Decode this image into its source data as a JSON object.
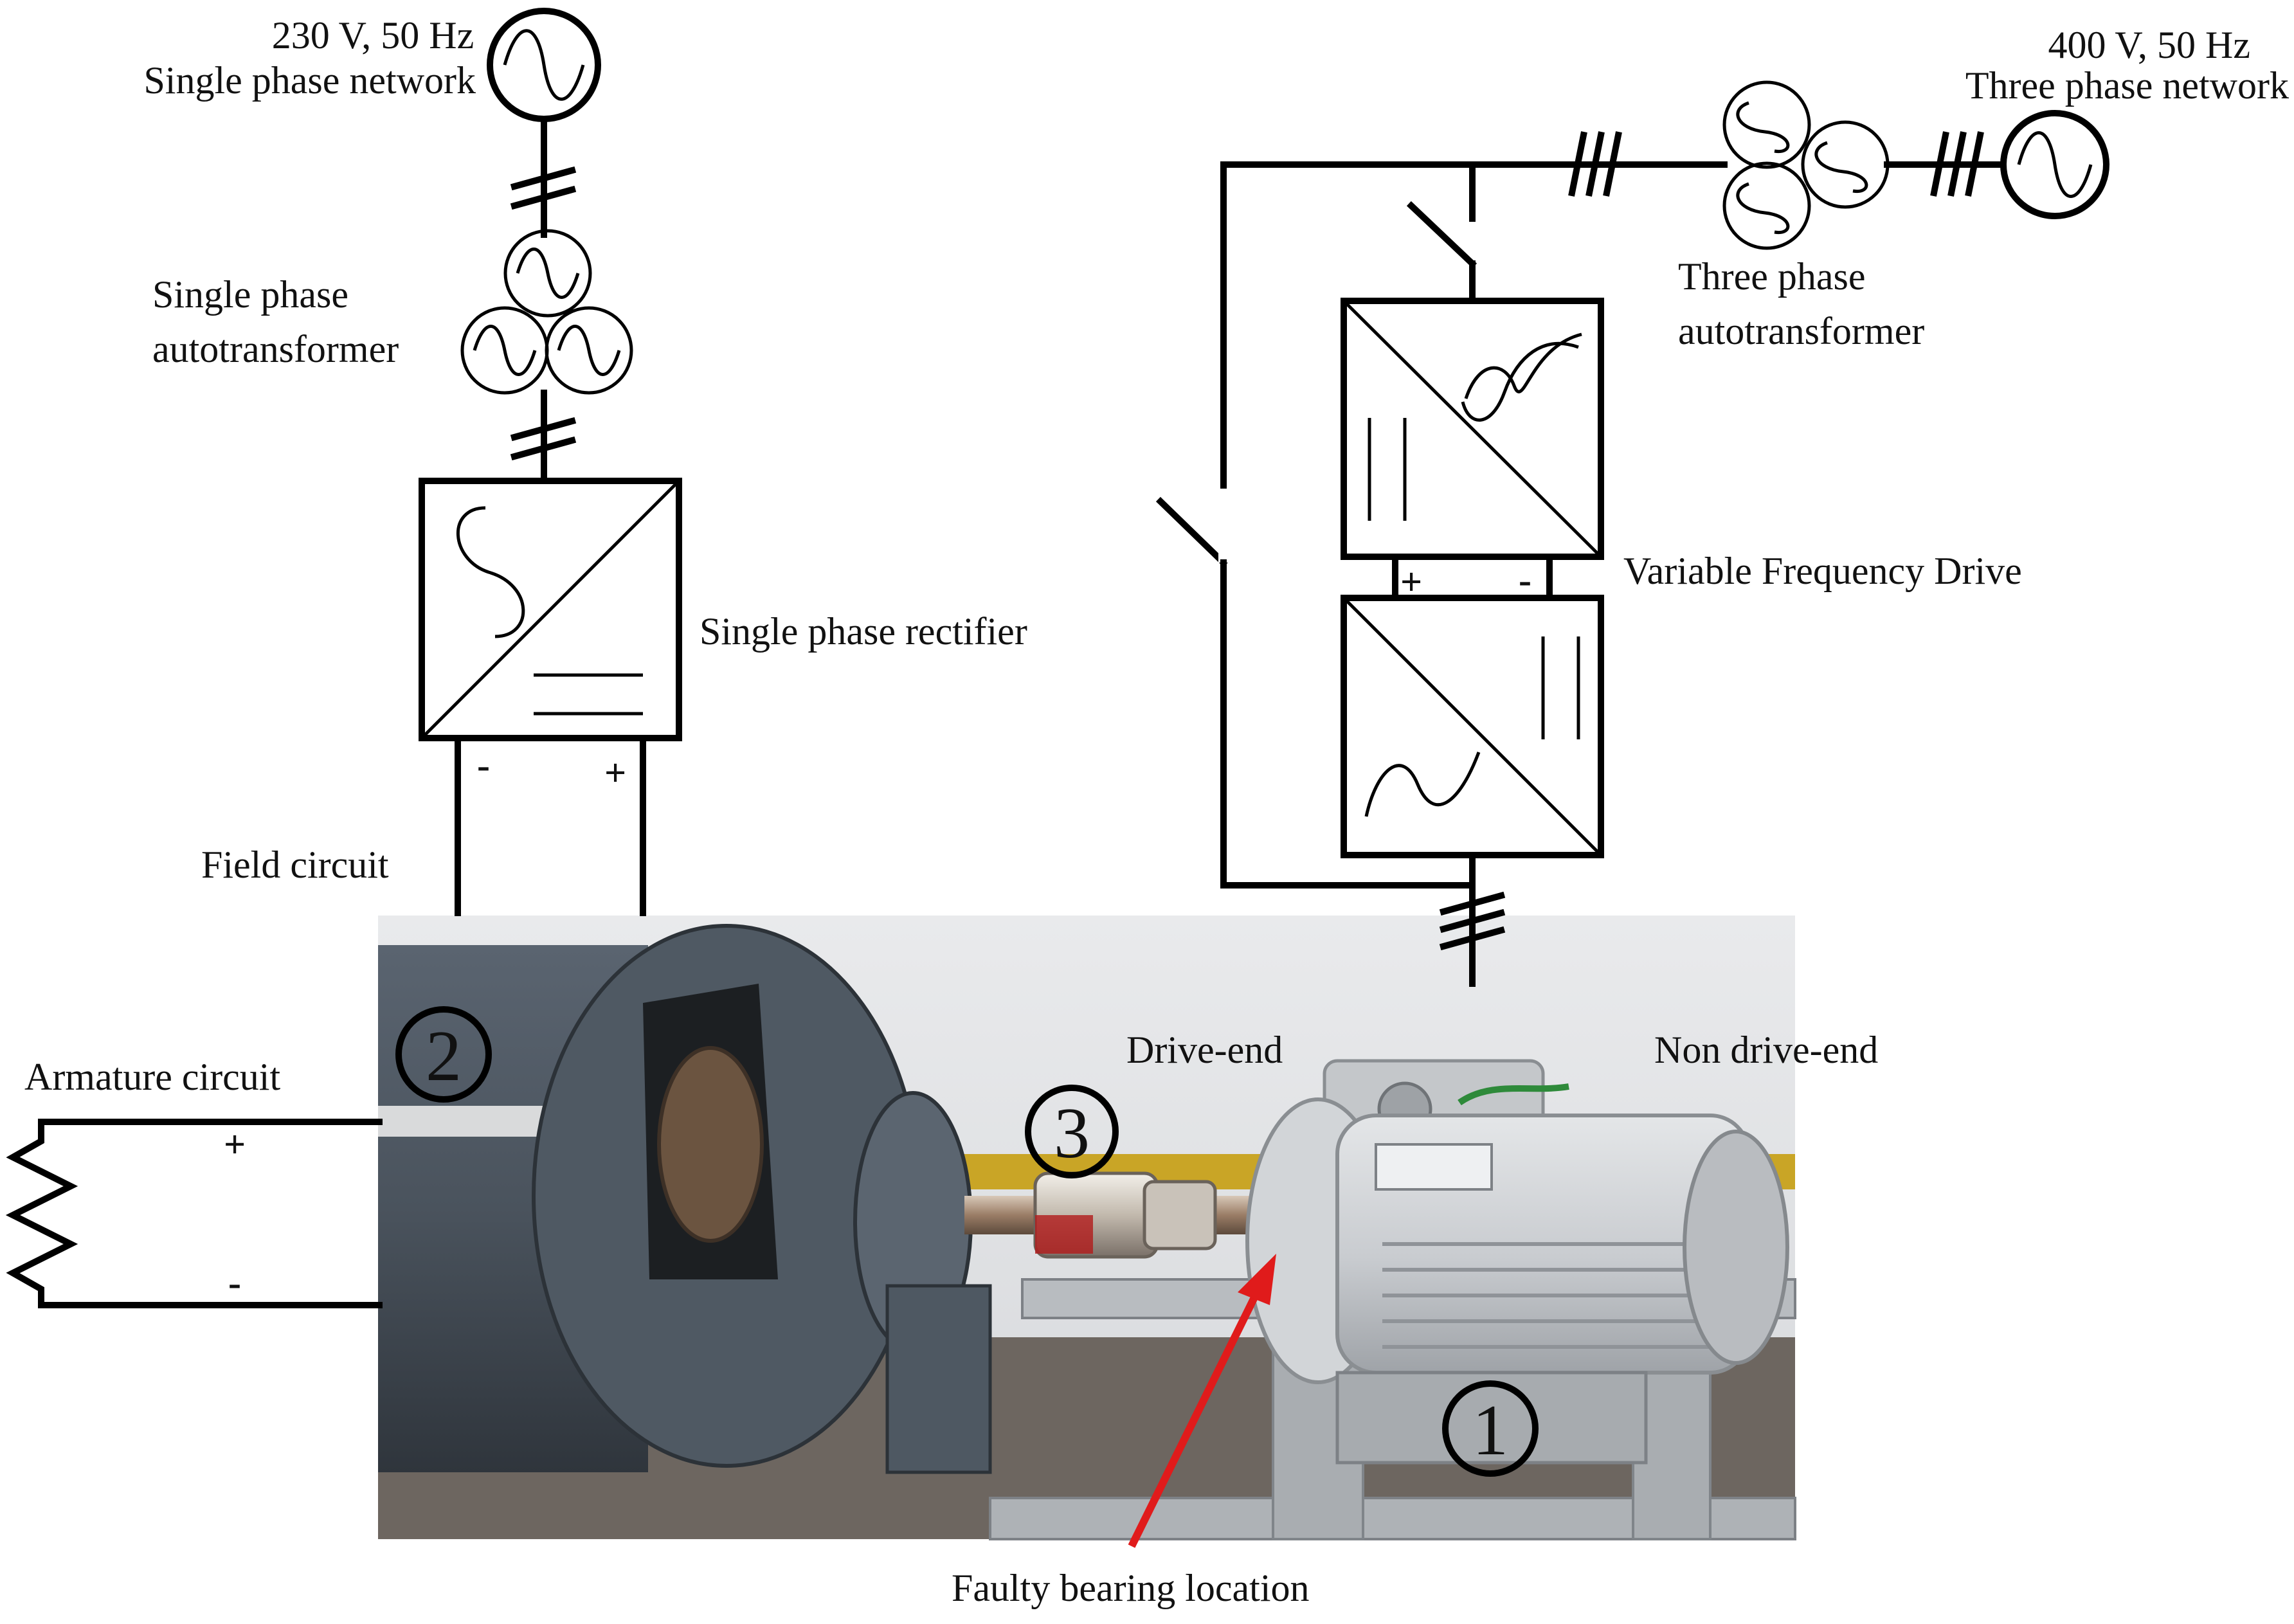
{
  "diagram": {
    "single_phase_network": {
      "voltage": "230 V, 50 Hz",
      "name": "Single phase network"
    },
    "three_phase_network": {
      "voltage": "400 V, 50 Hz",
      "name": "Three phase network"
    },
    "single_phase_autotransformer": {
      "line1": "Single phase",
      "line2": "autotransformer"
    },
    "three_phase_autotransformer": {
      "line1": "Three phase",
      "line2": "autotransformer"
    },
    "single_phase_rectifier": "Single phase rectifier",
    "variable_frequency_drive": "Variable Frequency Drive",
    "field_circuit": "Field circuit",
    "armature_circuit": "Armature circuit",
    "drive_end": "Drive-end",
    "non_drive_end": "Non drive-end",
    "faulty_bearing": "Faulty bearing location",
    "markers": {
      "induction_motor": "1",
      "dc_machine": "2",
      "coupling": "3"
    },
    "accent_color": "#e01b1b"
  }
}
